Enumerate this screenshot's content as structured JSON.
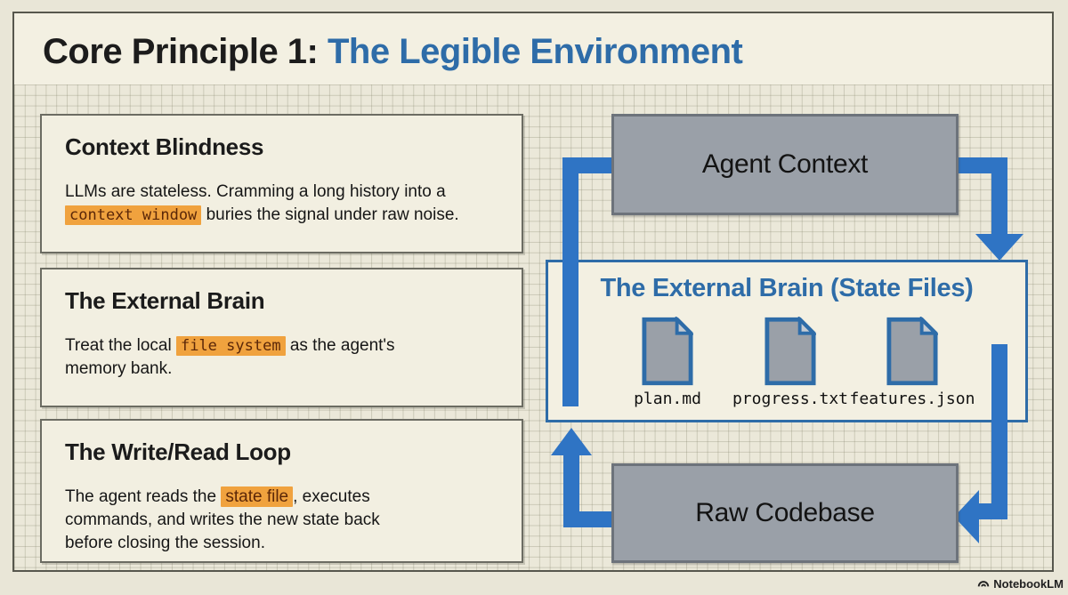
{
  "title": {
    "prefix": "Core Principle 1: ",
    "accent": "The Legible Environment"
  },
  "cards": [
    {
      "heading": "Context Blindness",
      "body": [
        {
          "t": "LLMs are stateless. Cramming a long history into a"
        },
        {
          "br": true
        },
        {
          "t": "context window",
          "hl": true,
          "mono": true
        },
        {
          "t": " buries the signal under raw noise."
        }
      ]
    },
    {
      "heading": "The External Brain",
      "body": [
        {
          "t": "Treat the local "
        },
        {
          "t": "file system",
          "hl": true,
          "mono": true
        },
        {
          "t": " as the agent's"
        },
        {
          "br": true
        },
        {
          "t": "memory bank."
        }
      ]
    },
    {
      "heading": "The Write/Read Loop",
      "body": [
        {
          "t": "The agent reads the "
        },
        {
          "t": "state file",
          "hl": true
        },
        {
          "t": ", executes"
        },
        {
          "br": true
        },
        {
          "t": "commands, and writes the new state back"
        },
        {
          "br": true
        },
        {
          "t": "before closing the session."
        }
      ]
    }
  ],
  "diagram": {
    "agent_context_label": "Agent Context",
    "external_brain_title": "The External Brain (State Files)",
    "files": [
      "plan.md",
      "progress.txt",
      "features.json"
    ],
    "raw_codebase_label": "Raw Codebase"
  },
  "footer": {
    "brand": "NotebookLM"
  },
  "colors": {
    "accent_blue": "#2e6ca8",
    "arrow_blue": "#2f74c4",
    "highlight_orange": "#f0a23e",
    "box_gray": "#9aa0a8",
    "background_cream": "#ece9da"
  }
}
